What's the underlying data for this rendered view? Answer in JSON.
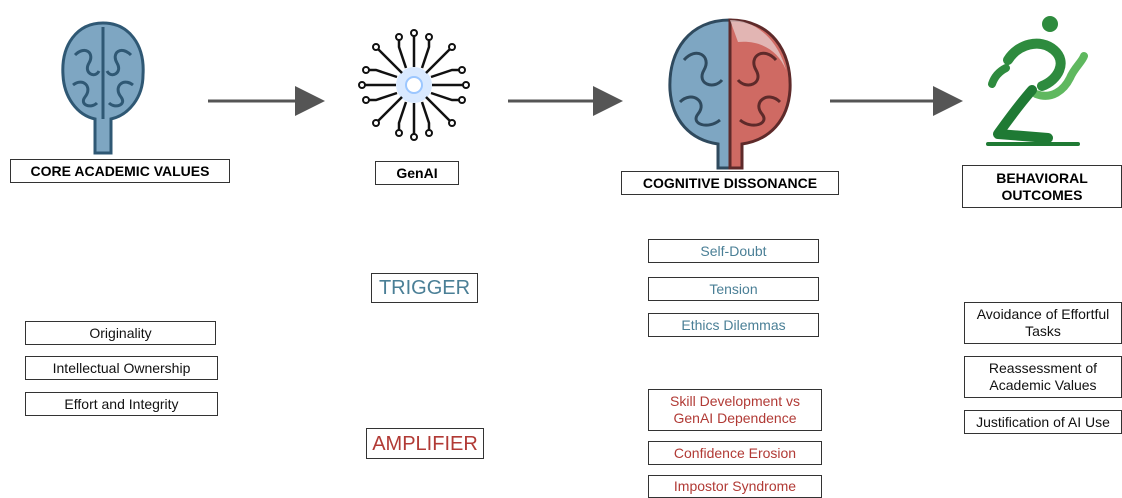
{
  "columns": {
    "values": {
      "header": "CORE ACADEMIC VALUES",
      "icon": "brain-outline-icon",
      "items": [
        "Originality",
        "Intellectual Ownership",
        "Effort and Integrity"
      ]
    },
    "genai": {
      "header": "GenAI",
      "icon": "ai-circuit-icon"
    },
    "dissonance": {
      "header": "COGNITIVE DISSONANCE",
      "icon": "split-brain-icon",
      "trigger_items": [
        "Self-Doubt",
        "Tension",
        "Ethics Dilemmas"
      ],
      "amplifier_items": [
        "Skill Development vs GenAI Dependence",
        "Confidence Erosion",
        "Impostor Syndrome"
      ]
    },
    "outcomes": {
      "header": "BEHAVIORAL OUTCOMES",
      "icon": "running-figure-icon",
      "items": [
        "Avoidance of Effortful Tasks",
        "Reassessment of Academic Values",
        "Justification of AI Use"
      ]
    }
  },
  "labels": {
    "trigger": "TRIGGER",
    "amplifier": "AMPLIFIER"
  },
  "colors": {
    "trigger": "#4a7f96",
    "amplifier": "#b13a35",
    "arrow": "#555555",
    "brain_blue": "#6f9ab4",
    "outcome_green": "#2e8b3e"
  }
}
